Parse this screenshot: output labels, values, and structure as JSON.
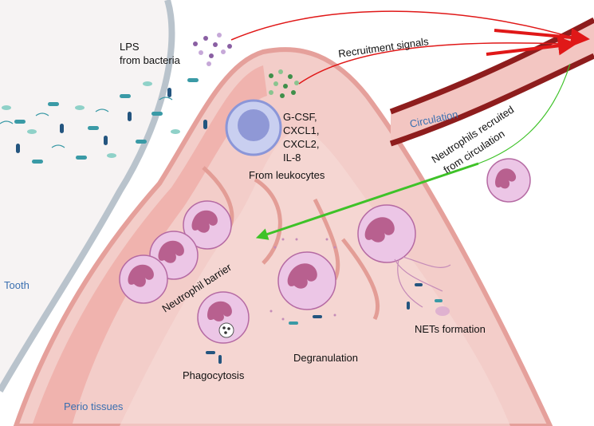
{
  "labels": {
    "lps_line1": "LPS",
    "lps_line2": "from bacteria",
    "recruitment": "Recruitment signals",
    "circulation": "Circulation",
    "neutrophils_recruited_line1": "Neutrophils recruited",
    "neutrophils_recruited_line2": "from circulation",
    "cytokines": [
      "G-CSF,",
      "CXCL1,",
      "CXCL2,",
      "IL-8"
    ],
    "from_leukocytes": "From leukocytes",
    "neutrophil_barrier": "Neutrophil barrier",
    "phagocytosis": "Phagocytosis",
    "degranulation": "Degranulation",
    "nets_formation": "NETs formation",
    "tooth": "Tooth",
    "perio_tissues": "Perio tissues"
  },
  "colors": {
    "tooth": "#f4f1f1",
    "tissue": "#f2c9c5",
    "tissue_dark": "#e4948f",
    "neutrophil": "#ecc6e6",
    "nucleus": "#b8608f",
    "vessel": "#8e1d1d",
    "red_arrow": "#e01818",
    "green_arrow": "#3ec228",
    "label_blue": "#3a6fb0"
  }
}
